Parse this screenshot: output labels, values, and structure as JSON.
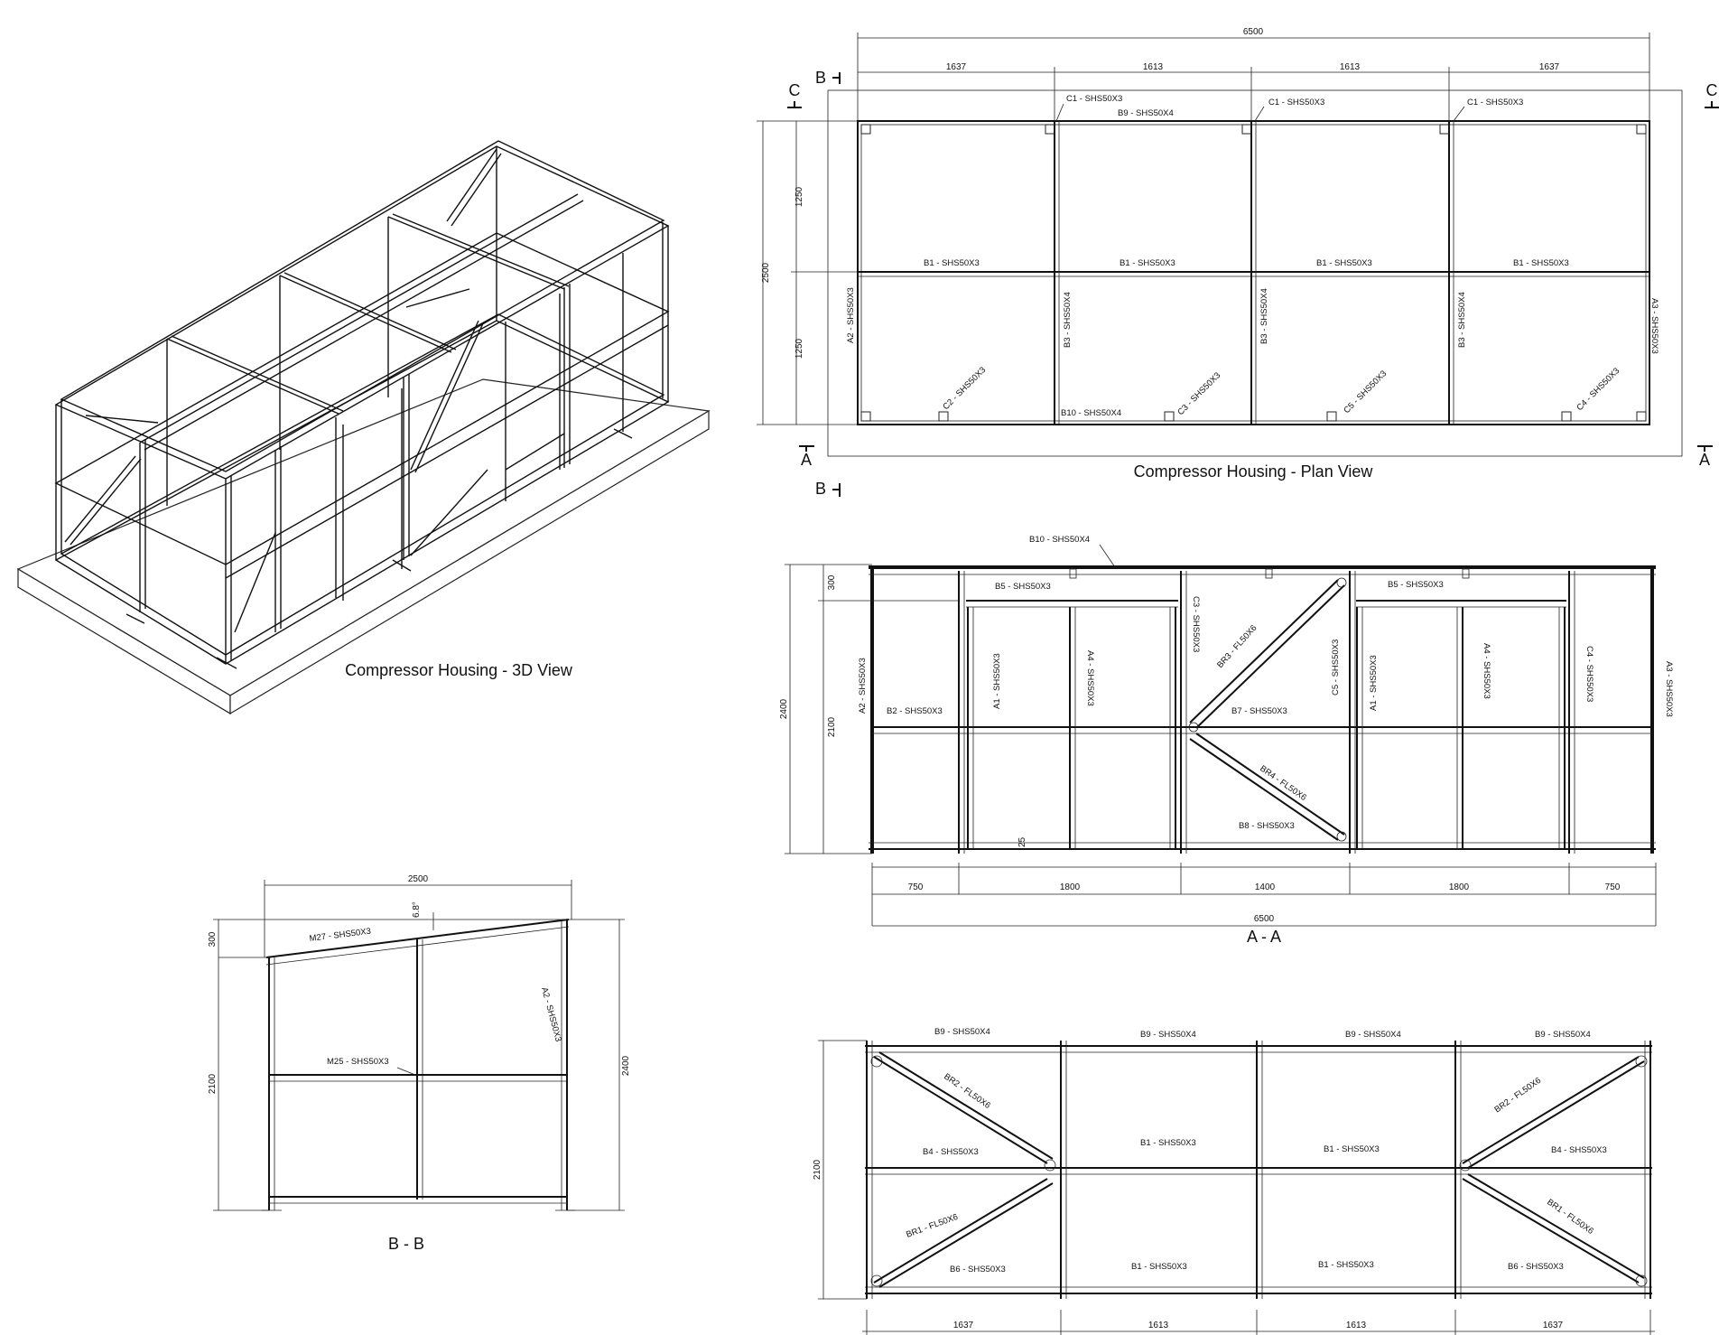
{
  "titles": {
    "view3d": "Compressor Housing - 3D View",
    "plan": "Compressor Housing - Plan View",
    "sectionAA": "A - A",
    "sectionBB": "B - B"
  },
  "section_markers": {
    "a": "A",
    "b": "B",
    "c": "C"
  },
  "plan": {
    "dim_total": "6500",
    "dim_bays": [
      "1637",
      "1613",
      "1613",
      "1637"
    ],
    "dim_depth_total": "2500",
    "dim_depth_parts": [
      "1250",
      "1250"
    ],
    "labels": {
      "c1": "C1 - SHS50X3",
      "b9": "B9 - SHS50X4",
      "b1": "B1 - SHS50X3",
      "a2": "A2 - SHS50X3",
      "a3": "A3 - SHS50X3",
      "b3": "B3 - SHS50X4",
      "b10": "B10 - SHS50X4",
      "c2": "C2 - SHS50X3",
      "c3": "C3 - SHS50X3",
      "c5": "C5 - SHS50X3",
      "c4": "C4 - SHS50X3"
    }
  },
  "aa": {
    "dim_bottom": [
      "750",
      "1800",
      "1400",
      "1800",
      "750"
    ],
    "dim_total": "6500",
    "dim_height_total": "2400",
    "dim_height_parts": [
      "300",
      "2100"
    ],
    "dim_small": "25",
    "labels": {
      "b10": "B10 - SHS50X4",
      "b5": "B5 - SHS50X3",
      "c3": "C3 - SHS50X3",
      "br3": "BR3 - FL50X6",
      "c5": "C5 - SHS50X3",
      "a2": "A2 - SHS50X3",
      "b2": "B2 - SHS50X3",
      "a1": "A1 - SHS50X3",
      "a4": "A4 - SHS50X3",
      "b7": "B7 - SHS50X3",
      "br4": "BR4 - FL50X6",
      "b8": "B8 - SHS50X3",
      "c4": "C4 - SHS50X3",
      "a3": "A3 - SHS50X3"
    }
  },
  "bb": {
    "dim_width": "2500",
    "dim_angle": "6.8°",
    "dim_left_parts": [
      "300",
      "2100"
    ],
    "dim_right_total": "2400",
    "labels": {
      "m27": "M27 - SHS50X3",
      "m25": "M25 - SHS50X3",
      "a2": "A2 - SHS50X3"
    }
  },
  "elev": {
    "dim_bays": [
      "1637",
      "1613",
      "1613",
      "1637"
    ],
    "dim_height": "2100",
    "labels": {
      "b9": "B9 - SHS50X4",
      "br2": "BR2 - FL50X6",
      "b1": "B1 - SHS50X3",
      "b4": "B4 - SHS50X3",
      "br1": "BR1 - FL50X6",
      "b6": "B6 - SHS50X3"
    }
  }
}
